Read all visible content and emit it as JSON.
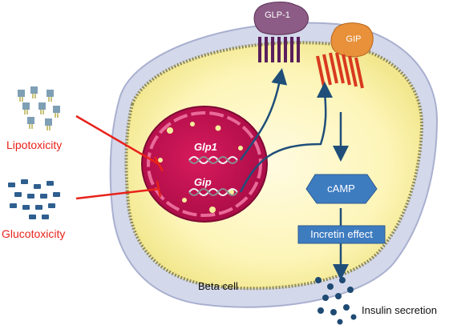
{
  "labels": {
    "lipotoxicity": "Lipotoxicity",
    "glucotoxicity": "Glucotoxicity",
    "glp1_receptor": "GLP-1",
    "gip_receptor": "GIP",
    "glp1_gene": "Glp1",
    "gip_gene": "Gip",
    "camp": "cAMP",
    "incretin_effect": "Incretin effect",
    "beta_cell": "Beta cell",
    "insulin_secretion": "Insulin secretion"
  },
  "colors": {
    "inhibition": "#e8221b",
    "arrow": "#1f4e79",
    "nucleus": "#c8124f",
    "cytoplasm": "#fdf7c8",
    "cell_edge": "#c7cde3",
    "glp1_receptor": "#6b2a6e",
    "gip_receptor": "#e0442b",
    "signal_box": "#3e7cc0"
  },
  "icons": [
    "lipid-molecule-icon",
    "glucose-molecule-icon",
    "insulin-granule-icon",
    "dna-helix-icon"
  ]
}
